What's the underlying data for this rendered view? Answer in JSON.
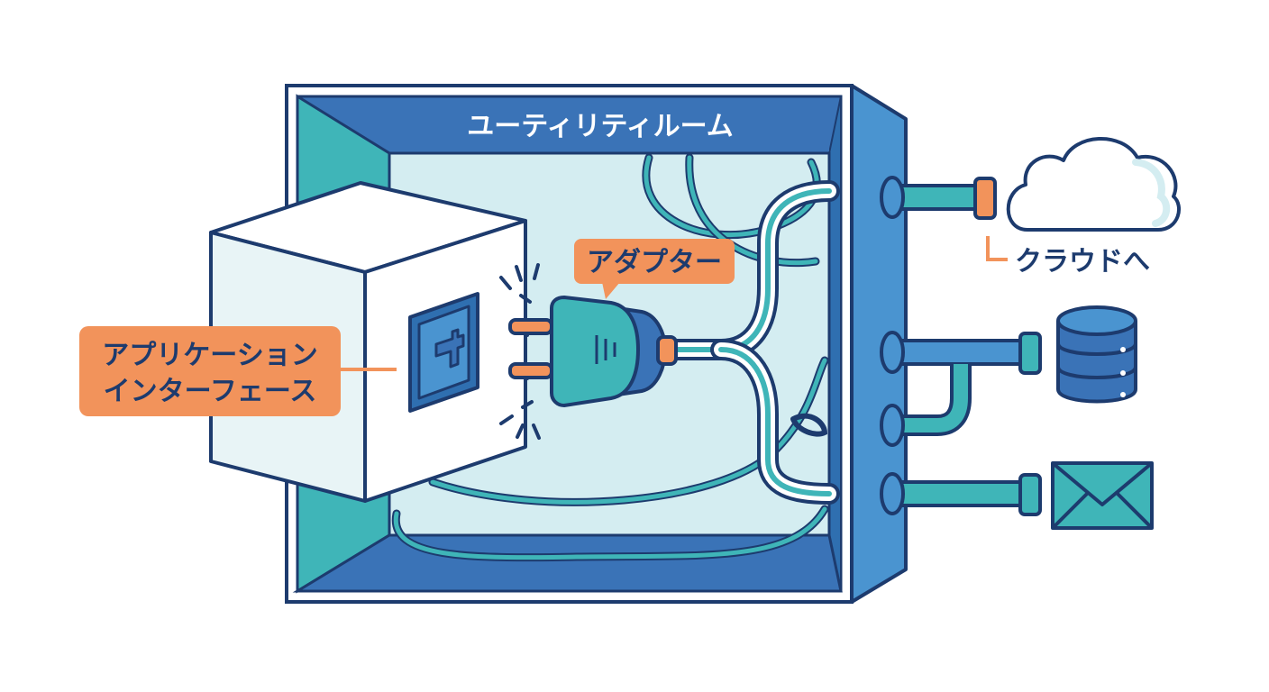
{
  "room": {
    "title": "ユーティリティルーム"
  },
  "labels": {
    "adapter": "アダプター",
    "app_interface_line1": "アプリケーション",
    "app_interface_line2": "インターフェース",
    "cloud": "クラウドへ"
  },
  "icons": {
    "cloud": "cloud-icon",
    "database": "database-icon",
    "mail": "mail-icon",
    "plug": "plug-icon",
    "socket": "socket-icon"
  },
  "colors": {
    "navy": "#1d3b6e",
    "wall_blue": "#3a73b7",
    "side_blue": "#4a94d0",
    "teal": "#3fb5b8",
    "pale": "#d4edf1",
    "orange": "#f2935b",
    "white": "#ffffff"
  }
}
